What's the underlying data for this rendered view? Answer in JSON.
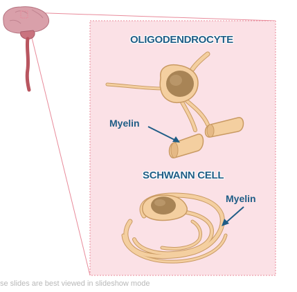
{
  "diagram": {
    "oligodendrocyte_title": "OLIGODENDROCYTE",
    "schwann_title": "SCHWANN CELL",
    "myelin_label_top": "Myelin",
    "myelin_label_bottom": "Myelin"
  },
  "footer": {
    "text": "se slides are best viewed in slideshow mode"
  },
  "colors": {
    "panel_fill": "#fbe1e6",
    "panel_border": "#e88a9a",
    "cell_fill": "#f4cfa0",
    "cell_stroke": "#c99a63",
    "nucleus": "#a88456",
    "title_text": "#1f5d86",
    "brain": "#d89aa6"
  }
}
